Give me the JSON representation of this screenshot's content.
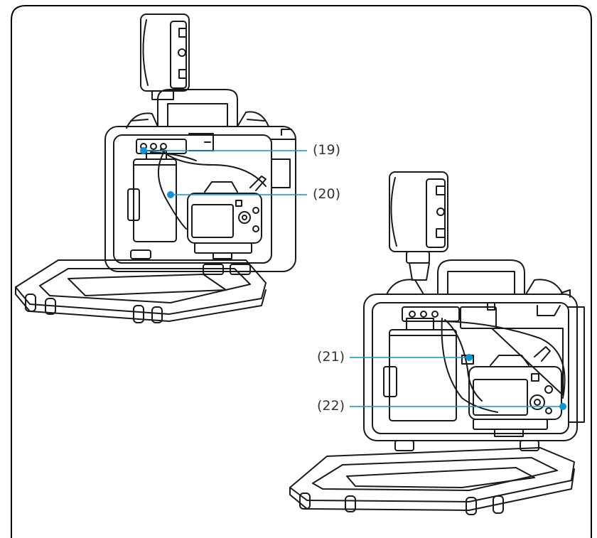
{
  "diagram": {
    "callouts": [
      {
        "label": "(19)"
      },
      {
        "label": "(20)"
      },
      {
        "label": "(21)"
      },
      {
        "label": "(22)"
      }
    ]
  },
  "colors": {
    "line_art": "#1a1a1a",
    "leader_line": "#0b95d4",
    "callout_dot": "#0b95d4",
    "label_text": "#333333",
    "frame_border": "#000000"
  }
}
